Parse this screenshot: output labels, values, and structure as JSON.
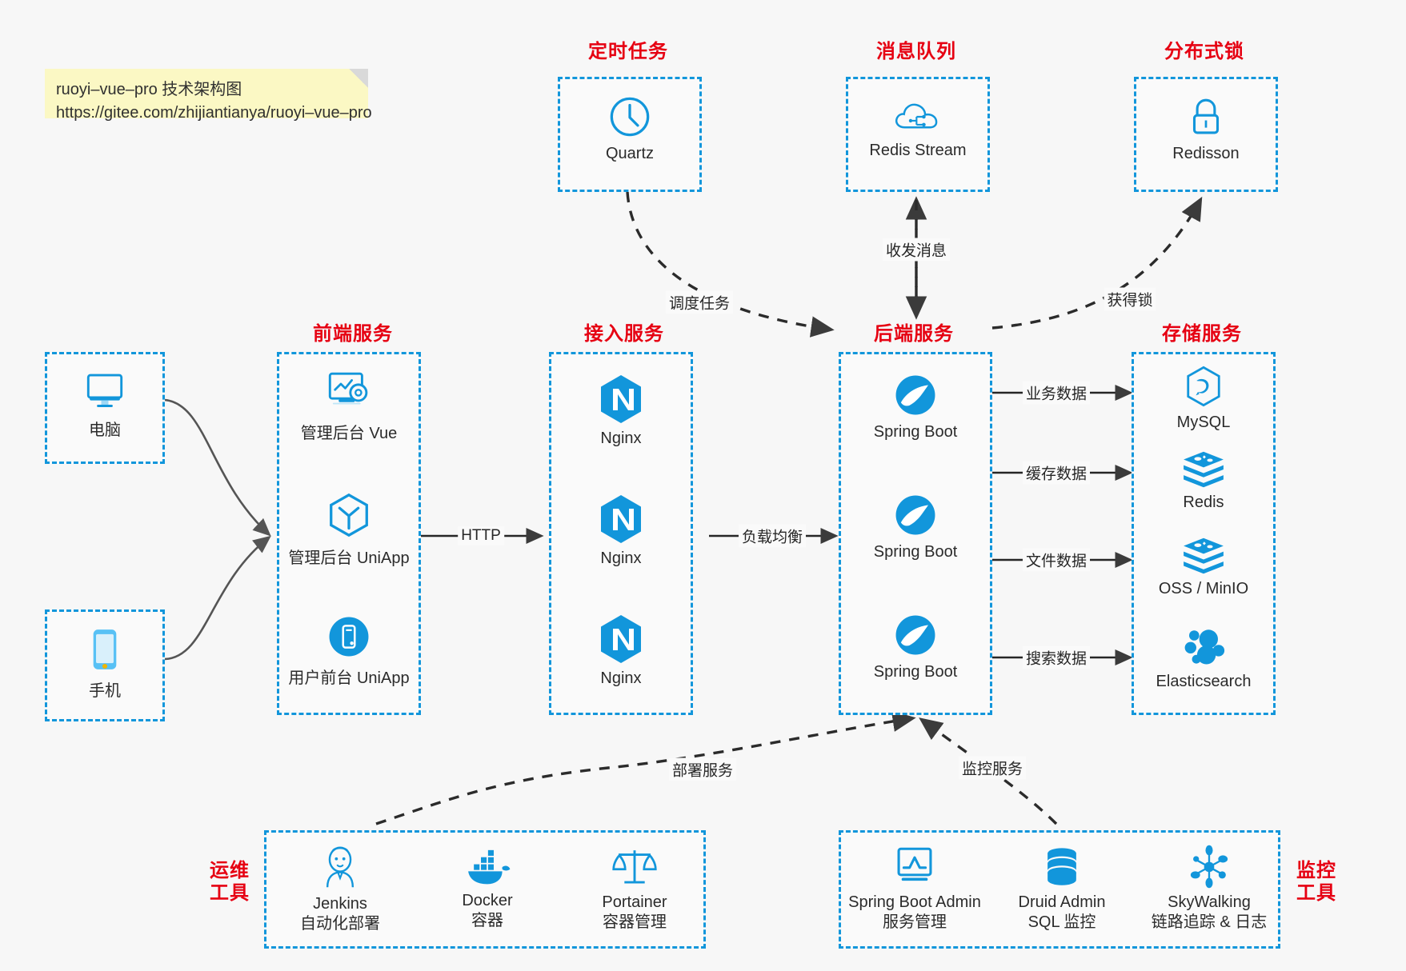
{
  "meta": {
    "title": "ruoyi-vue-pro 技术架构图",
    "accent_blue": "#1296db",
    "caption_red": "#e60012",
    "bg": "#f7f7f7"
  },
  "note": {
    "line1": "ruoyi–vue–pro 技术架构图",
    "line2": "https://gitee.com/zhijiantianya/ruoyi–vue–pro"
  },
  "captions": {
    "scheduler": "定时任务",
    "mq": "消息队列",
    "lock": "分布式锁",
    "frontend": "前端服务",
    "gateway": "接入服务",
    "backend": "后端服务",
    "storage": "存储服务",
    "devops_l1": "运维",
    "devops_l2": "工具",
    "monitor_l1": "监控",
    "monitor_l2": "工具"
  },
  "clients": [
    {
      "icon": "desktop-icon",
      "label": "电脑"
    },
    {
      "icon": "mobile-icon",
      "label": "手机"
    }
  ],
  "scheduler": [
    {
      "icon": "clock-icon",
      "label": "Quartz"
    }
  ],
  "mq": [
    {
      "icon": "cloud-stream-icon",
      "label": "Redis Stream"
    }
  ],
  "lock": [
    {
      "icon": "padlock-icon",
      "label": "Redisson"
    }
  ],
  "frontend": [
    {
      "icon": "dashboard-gear-icon",
      "label": "管理后台 Vue"
    },
    {
      "icon": "uniapp-cube-icon",
      "label": "管理后台 UniApp"
    },
    {
      "icon": "mobile-app-icon",
      "label": "用户前台 UniApp"
    }
  ],
  "gateway": [
    {
      "icon": "nginx-icon",
      "label": "Nginx"
    },
    {
      "icon": "nginx-icon",
      "label": "Nginx"
    },
    {
      "icon": "nginx-icon",
      "label": "Nginx"
    }
  ],
  "backend": [
    {
      "icon": "spring-boot-icon",
      "label": "Spring Boot"
    },
    {
      "icon": "spring-boot-icon",
      "label": "Spring Boot"
    },
    {
      "icon": "spring-boot-icon",
      "label": "Spring Boot"
    }
  ],
  "storage": [
    {
      "icon": "mysql-icon",
      "label": "MySQL"
    },
    {
      "icon": "redis-icon",
      "label": "Redis"
    },
    {
      "icon": "oss-minio-icon",
      "label": "OSS / MinIO"
    },
    {
      "icon": "elasticsearch-icon",
      "label": "Elasticsearch"
    }
  ],
  "devops": [
    {
      "icon": "jenkins-icon",
      "label": "Jenkins",
      "sub": "自动化部署"
    },
    {
      "icon": "docker-icon",
      "label": "Docker",
      "sub": "容器"
    },
    {
      "icon": "portainer-scale-icon",
      "label": "Portainer",
      "sub": "容器管理"
    }
  ],
  "monitor": [
    {
      "icon": "spring-boot-admin-icon",
      "label": "Spring Boot Admin",
      "sub": "服务管理"
    },
    {
      "icon": "druid-db-icon",
      "label": "Druid Admin",
      "sub": "SQL 监控"
    },
    {
      "icon": "skywalking-icon",
      "label": "SkyWalking",
      "sub": "链路追踪 & 日志"
    }
  ],
  "edges": {
    "http": "HTTP",
    "load_balance": "负载均衡",
    "schedule_task": "调度任务",
    "send_receive_message": "收发消息",
    "acquire_lock": "获得锁",
    "business_data": "业务数据",
    "cache_data": "缓存数据",
    "file_data": "文件数据",
    "search_data": "搜索数据",
    "deploy_service": "部署服务",
    "monitor_service": "监控服务"
  }
}
